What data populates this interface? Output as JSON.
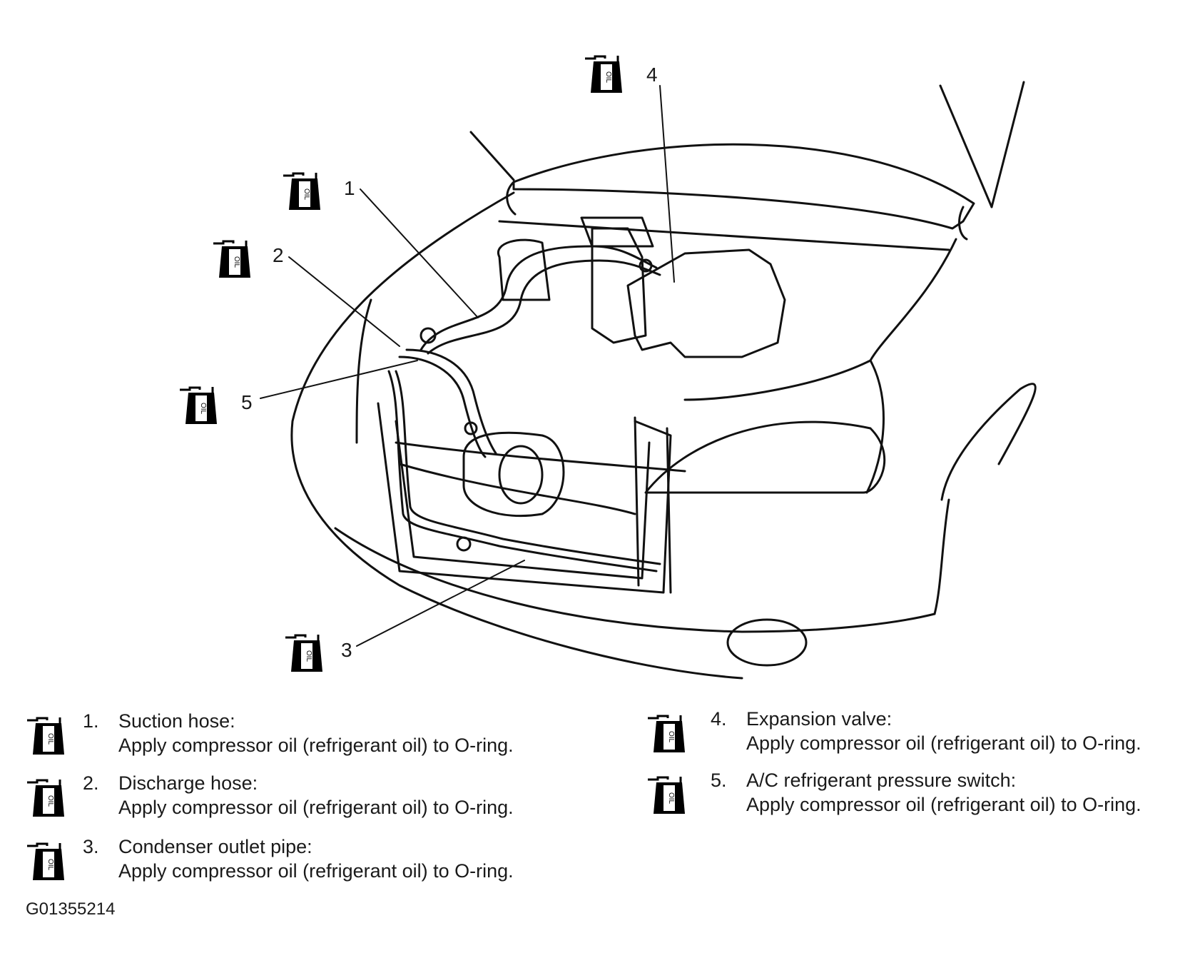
{
  "icon": {
    "name": "oil-can-icon",
    "text": "OIL"
  },
  "callouts": [
    "1",
    "2",
    "3",
    "4",
    "5"
  ],
  "legend": [
    {
      "num": "1.",
      "title": "Suction hose:",
      "desc": "Apply compressor oil (refrigerant oil) to O-ring."
    },
    {
      "num": "2.",
      "title": "Discharge hose:",
      "desc": "Apply compressor oil (refrigerant oil) to O-ring."
    },
    {
      "num": "3.",
      "title": "Condenser outlet pipe:",
      "desc": "Apply compressor oil (refrigerant oil) to O-ring."
    },
    {
      "num": "4.",
      "title": "Expansion valve:",
      "desc": "Apply compressor oil (refrigerant oil) to O-ring."
    },
    {
      "num": "5.",
      "title": "A/C refrigerant pressure switch:",
      "desc": "Apply compressor oil (refrigerant oil) to O-ring."
    }
  ],
  "figure_code": "G01355214"
}
